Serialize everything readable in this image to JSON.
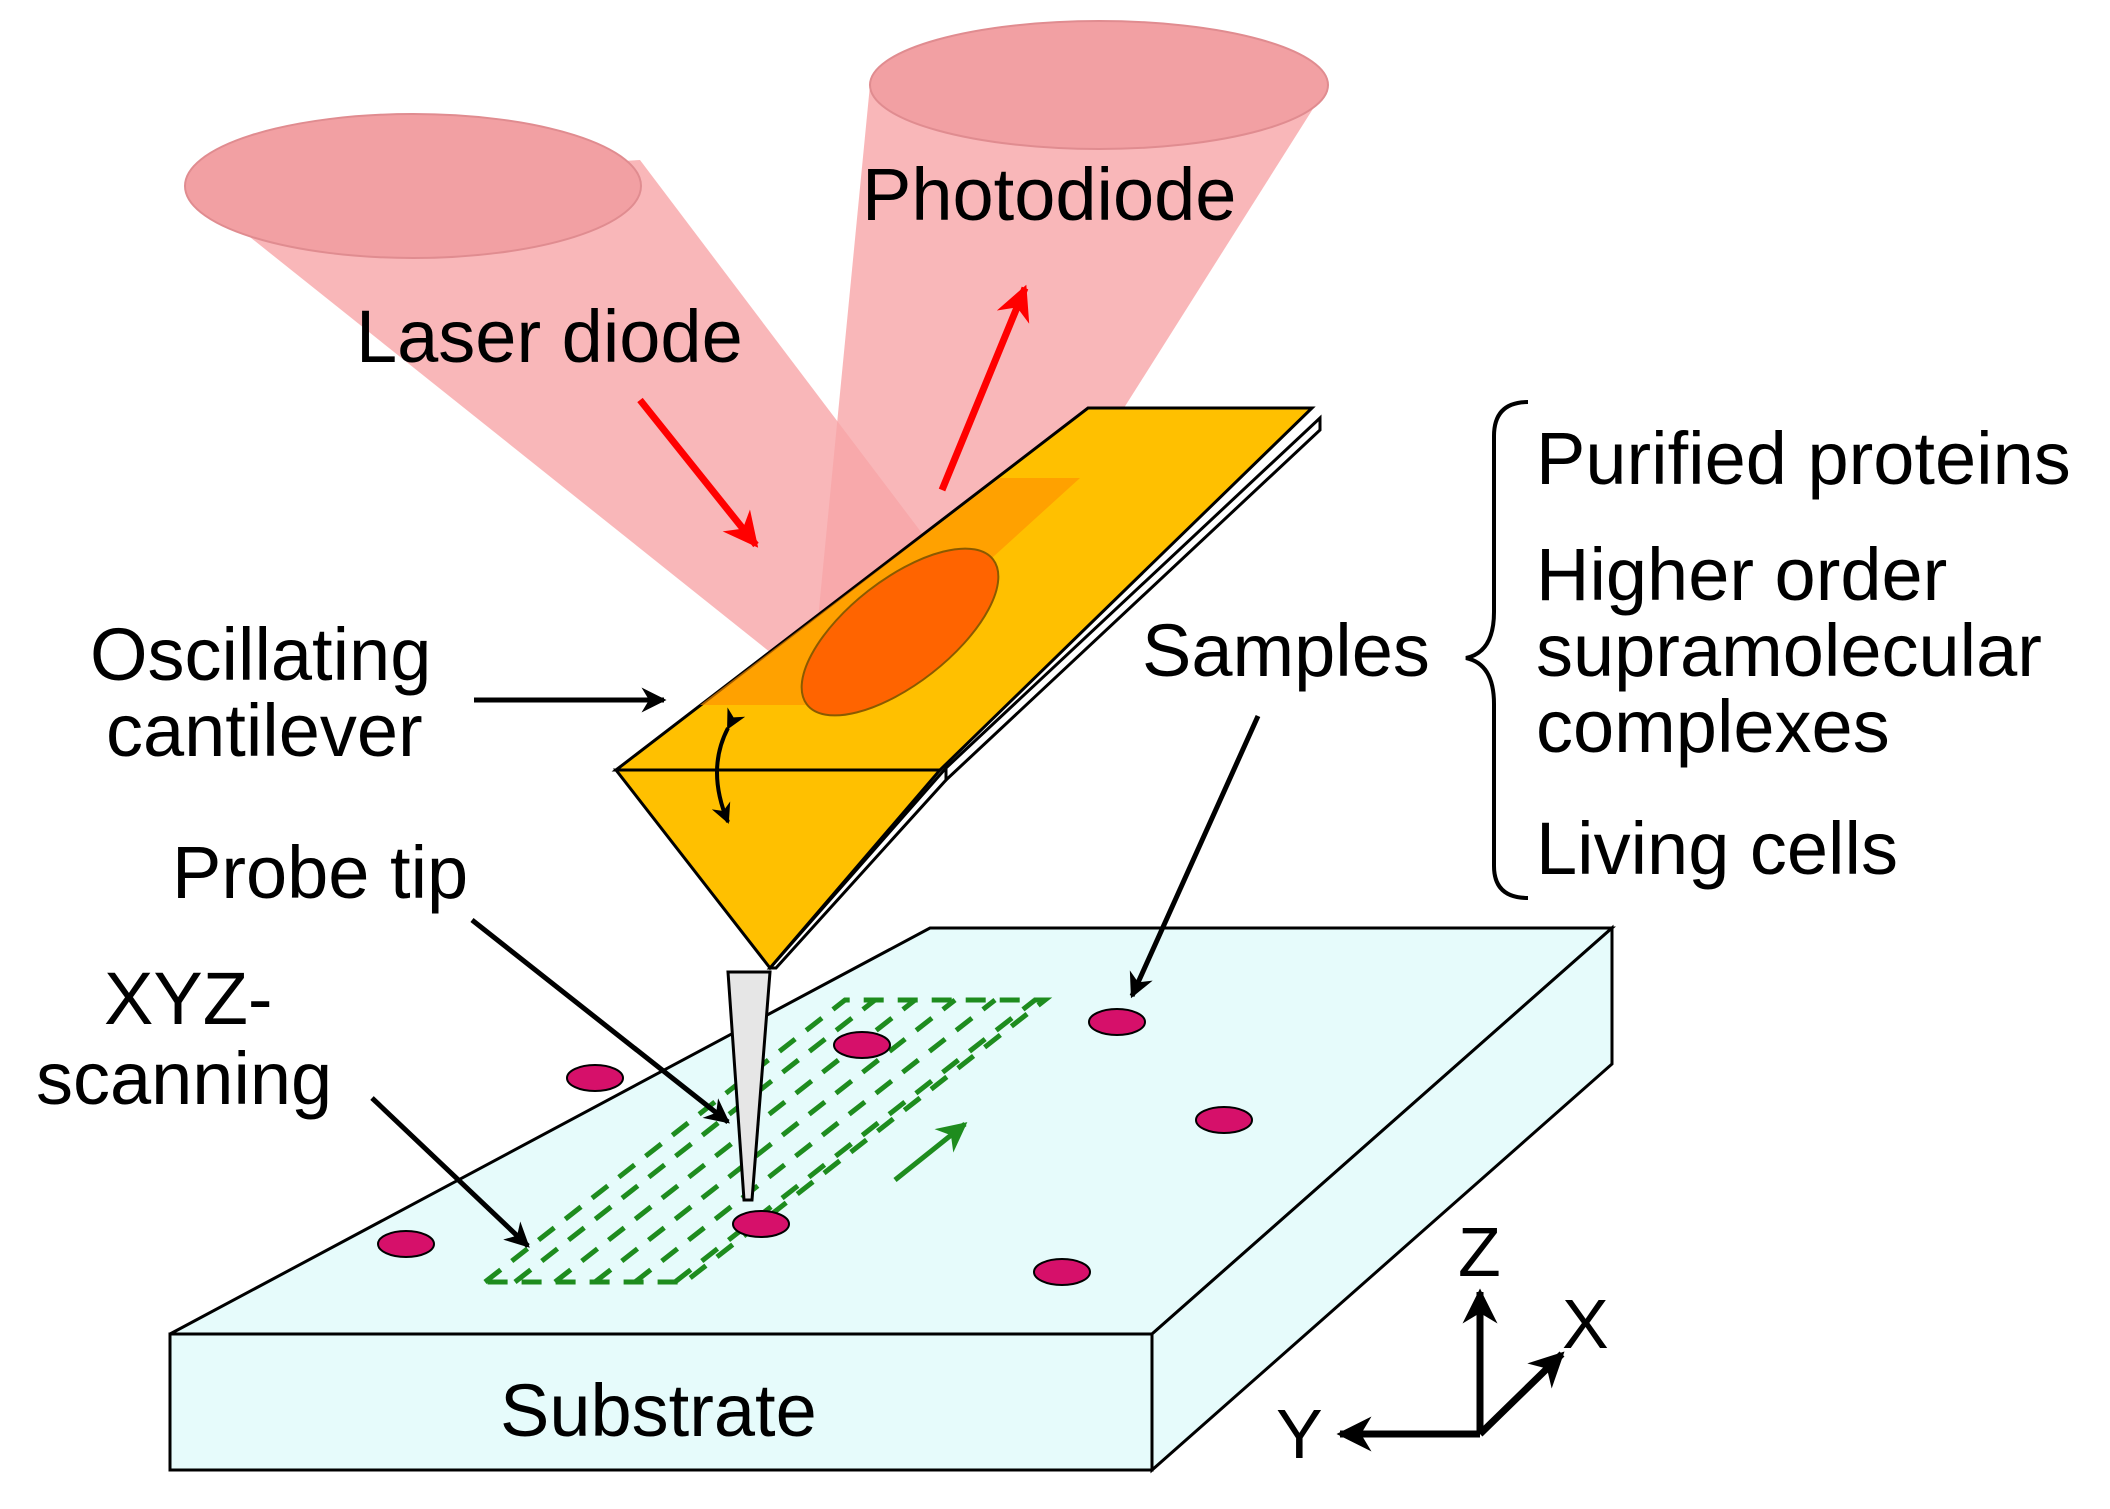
{
  "labels": {
    "photodiode": "Photodiode",
    "laser_diode": "Laser diode",
    "oscillating": "Oscillating",
    "cantilever": "cantilever",
    "samples": "Samples",
    "probe_tip": "Probe tip",
    "xyz": "XYZ-",
    "scanning": "scanning",
    "substrate": "Substrate"
  },
  "sample_types": [
    "Purified proteins",
    "Higher order",
    "supramolecular",
    "complexes",
    "Living cells"
  ],
  "axes": {
    "z": "Z",
    "x": "X",
    "y": "Y"
  },
  "colors": {
    "beam": "#f7a5a8",
    "beam_overlap": "#f08080",
    "laser_arrow": "#ff0000",
    "cantilever": "#ffc000",
    "cantilever_dark": "#ff9000",
    "laser_spot": "#ff6400",
    "substrate": "#e6fbfb",
    "sample": "#d6106a",
    "scan_path": "#1e8c1e"
  }
}
